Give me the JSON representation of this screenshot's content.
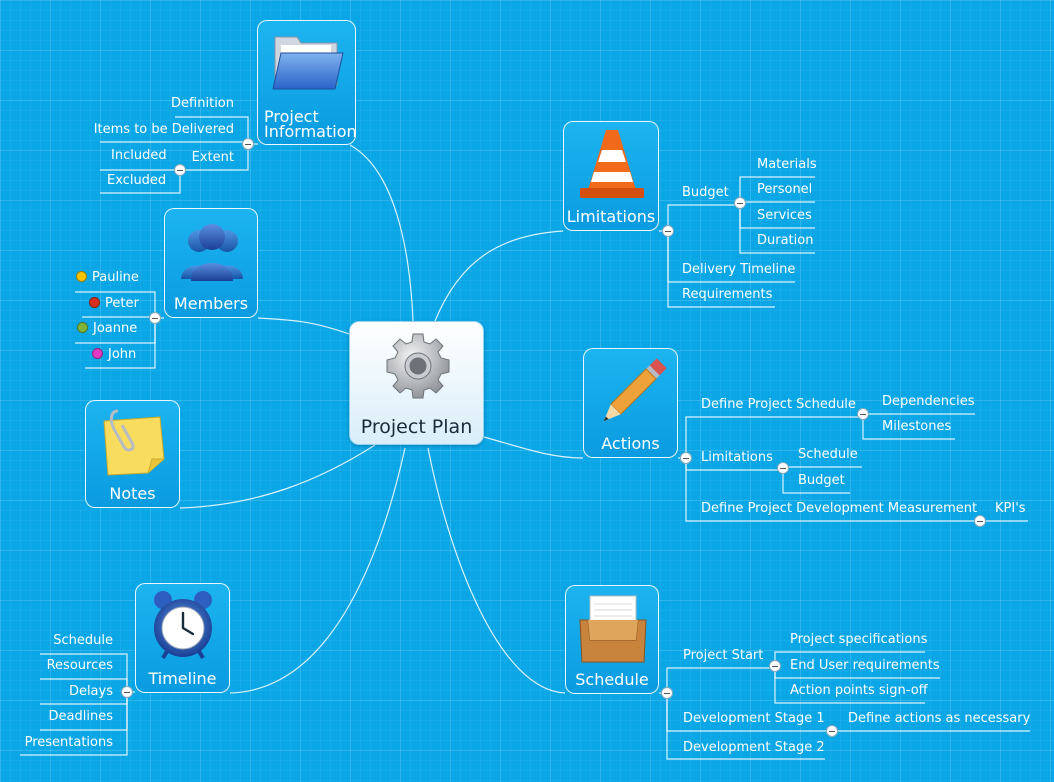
{
  "center": {
    "title": "Project Plan"
  },
  "project_info": {
    "title": "Project Information",
    "items": [
      "Definition",
      "Items to be Delivered",
      "Extent"
    ],
    "extent_children": [
      "Included",
      "Excluded"
    ]
  },
  "members": {
    "title": "Members",
    "people": [
      {
        "name": "Pauline",
        "color": "#f6c400"
      },
      {
        "name": "Peter",
        "color": "#d8301e"
      },
      {
        "name": "Joanne",
        "color": "#7fb43a"
      },
      {
        "name": "John",
        "color": "#e23ac2"
      }
    ]
  },
  "notes": {
    "title": "Notes"
  },
  "timeline": {
    "title": "Timeline",
    "items": [
      "Schedule",
      "Resources",
      "Delays",
      "Deadlines",
      "Presentations"
    ]
  },
  "limitations": {
    "title": "Limitations",
    "budget": "Budget",
    "budget_children": [
      "Materials",
      "Personel",
      "Services",
      "Duration"
    ],
    "items": [
      "Delivery Timeline",
      "Requirements"
    ]
  },
  "actions": {
    "title": "Actions",
    "schedule": "Define Project Schedule",
    "schedule_children": [
      "Dependencies",
      "Milestones"
    ],
    "limitations": "Limitations",
    "limitations_children": [
      "Schedule",
      "Budget"
    ],
    "measurement": "Define Project Development Measurement",
    "measurement_children": [
      "KPI's"
    ]
  },
  "schedule": {
    "title": "Schedule",
    "start": "Project Start",
    "start_children": [
      "Project specifications",
      "End User requirements",
      "Action points sign-off"
    ],
    "stage1": "Development Stage 1",
    "stage1_children": [
      "Define actions as necessary"
    ],
    "stage2": "Development Stage 2"
  },
  "colors": {
    "background": "#0aa6e6",
    "line": "#ffffff"
  }
}
